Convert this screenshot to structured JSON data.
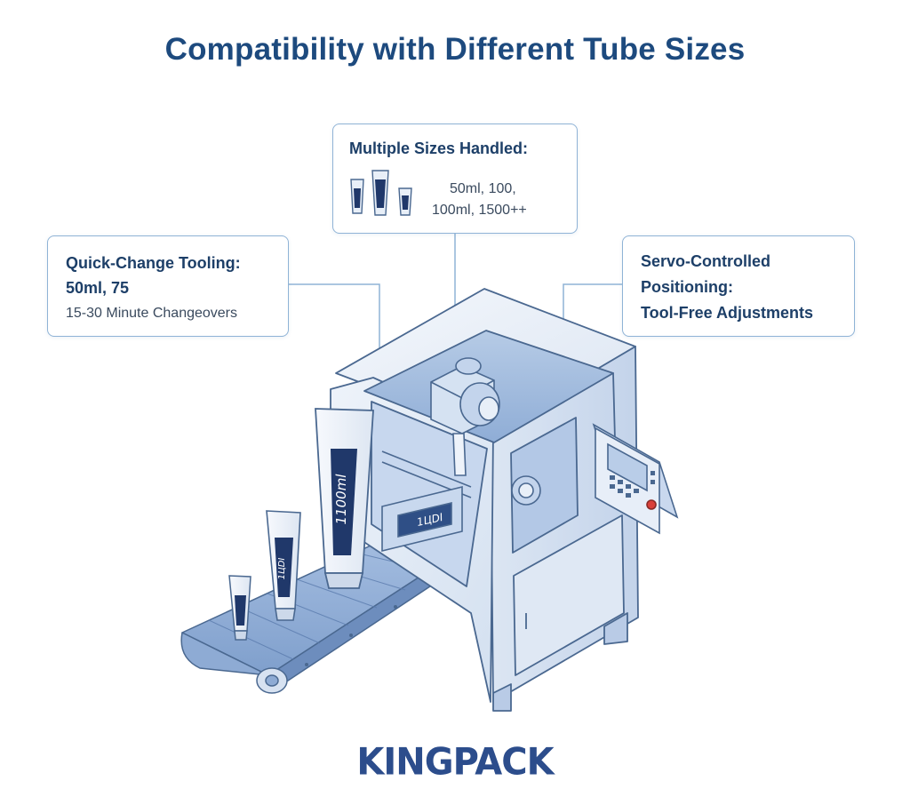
{
  "title": "Compatibility with Different Tube Sizes",
  "callouts": {
    "left": {
      "heading": "Quick-Change Tooling:",
      "line2": "50ml,  75",
      "line3": "15-30 Minute Changeovers"
    },
    "top": {
      "heading": "Multiple Sizes Handled:",
      "sizes_line1": "50ml, 100,",
      "sizes_line2": "100ml, 1500++"
    },
    "right": {
      "line1": "Servo-Controlled",
      "line2": "Positioning:",
      "line3": "Tool-Free Adjustments"
    }
  },
  "tube_labels": {
    "large": "1100ml",
    "medium": "1ЦDI",
    "machine": "1ЦDI"
  },
  "logo": "KINGPACK",
  "colors": {
    "title": "#1d4a7e",
    "outline": "#4a6890",
    "panel_fill": "#e6eef8",
    "blue_fill": "#9db9dc",
    "label_navy": "#20386a",
    "logo": "#2c4d8c",
    "stop_button": "#d9403a"
  }
}
